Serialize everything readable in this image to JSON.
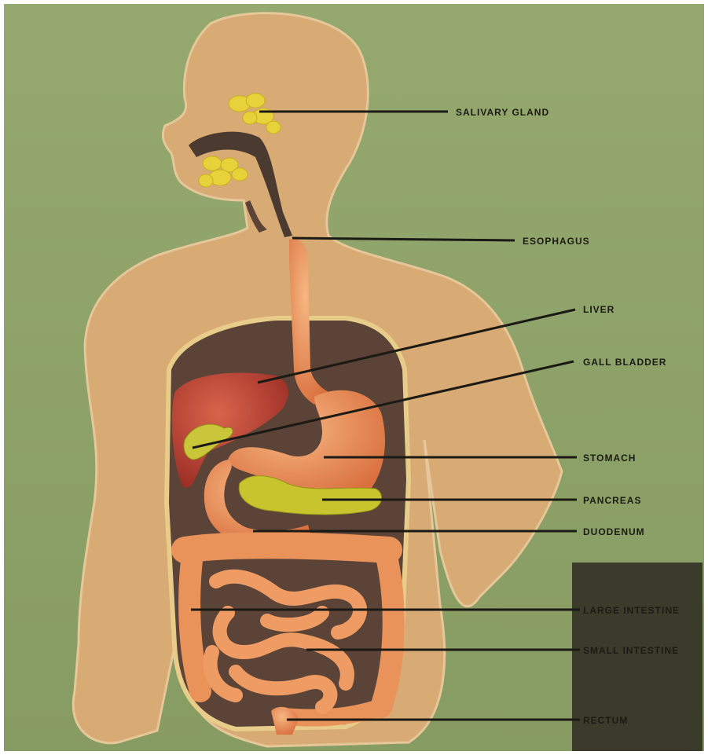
{
  "labels": {
    "salivary_gland": "SALIVARY GLAND",
    "esophagus": "ESOPHAGUS",
    "liver": "LIVER",
    "gall_bladder": "GALL BLADDER",
    "stomach": "STOMACH",
    "pancreas": "PANCREAS",
    "duodenum": "DUODENUM",
    "large_intestine": "LARGE INTESTINE",
    "small_intestine": "SMALL INTESTINE",
    "rectum": "RECTUM"
  },
  "colors": {
    "background": "#8fa46b",
    "body": "#d8aa74",
    "cavity": "#5b4337",
    "organ": "#e9925a",
    "liver": "#c24a3a",
    "gland": "#e8d23a",
    "corner_panel": "#3b3b2c",
    "leader_line": "#1b1a14"
  }
}
